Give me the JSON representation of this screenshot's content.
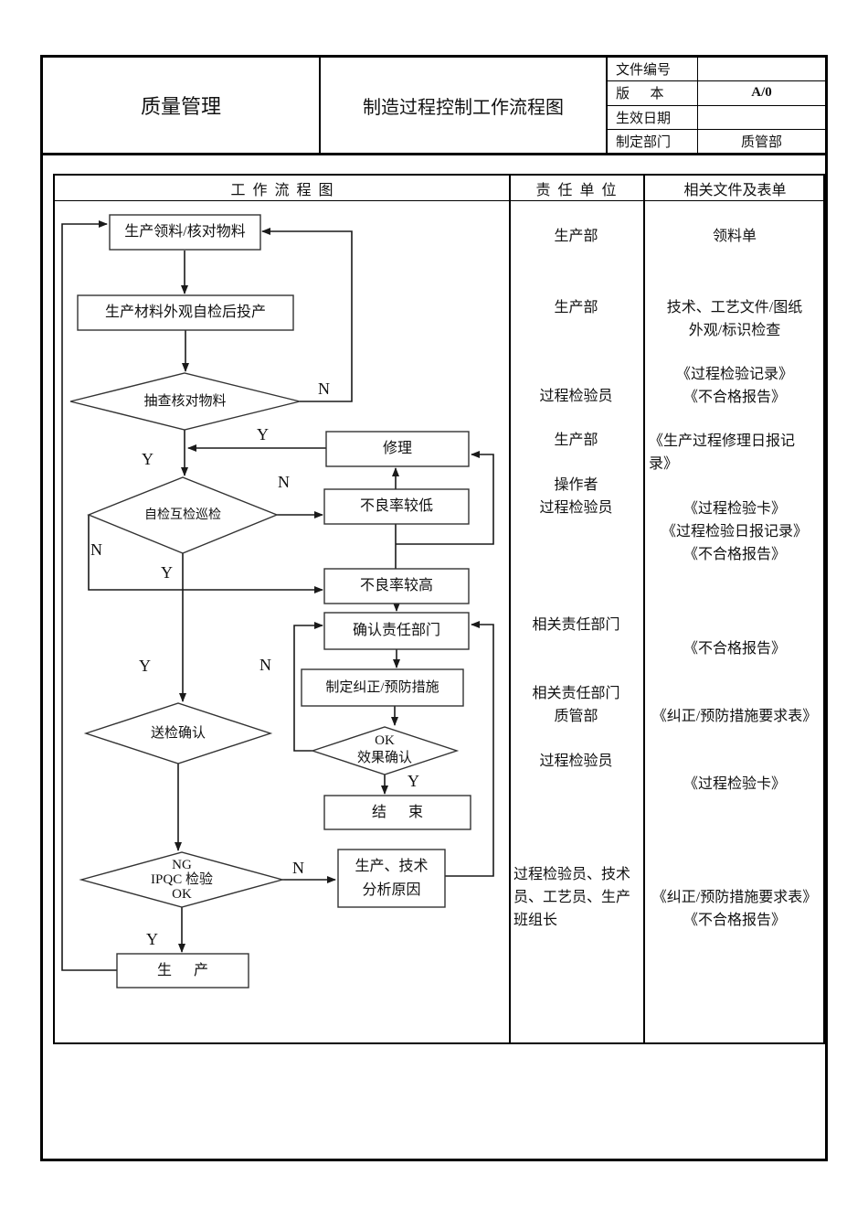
{
  "header": {
    "category": "质量管理",
    "title": "制造过程控制工作流程图",
    "info": [
      {
        "label": "文件编号",
        "value": ""
      },
      {
        "label": "版      本",
        "value": "A/0"
      },
      {
        "label": "生效日期",
        "value": ""
      },
      {
        "label": "制定部门",
        "value": "质管部"
      }
    ]
  },
  "table": {
    "columns": [
      "工  作  流  程  图",
      "责  任  单  位",
      "相关文件及表单"
    ]
  },
  "flowchart": {
    "boxes": {
      "receive": "生产领料/核对物料",
      "selfcheck": "生产材料外观自检后投产",
      "repair": "修理",
      "low": "不良率较低",
      "high": "不良率较高",
      "confirm": "确认责任部门",
      "corrective": "制定纠正/预防措施",
      "end": "结      束",
      "analyze": "生产、技术\n分析原因",
      "production": "生      产"
    },
    "diamonds": {
      "spotcheck": "抽查核对物料",
      "inspect": "自检互检巡检",
      "submit": "送检确认",
      "effect": "OK\n效果确认",
      "ipqc": "NG\nIPQC 检验\nOK"
    },
    "labels": {
      "n_spotcheck": "N",
      "y_repair_return": "Y",
      "y_spotcheck": "Y",
      "n_inspect_low": "N",
      "n_inspect_high": "N",
      "y_inspect": "Y",
      "y_submit_in": "Y",
      "n_effect_loop": "N",
      "y_effect": "Y",
      "n_ipqc": "N",
      "y_ipqc": "Y"
    }
  },
  "responsibility": [
    "生产部",
    "生产部",
    "过程检验员",
    "生产部",
    "操作者\n过程检验员",
    "相关责任部门",
    "相关责任部门\n质管部",
    "过程检验员",
    "过程检验员、技术\n员、工艺员、生产\n班组长"
  ],
  "documents": [
    "领料单",
    "技术、工艺文件/图纸\n外观/标识检查",
    "《过程检验记录》\n《不合格报告》",
    "《生产过程修理日报记\n录》",
    "《过程检验卡》\n《过程检验日报记录》\n《不合格报告》",
    "《不合格报告》",
    "《纠正/预防措施要求表》",
    "《过程检验卡》",
    "《纠正/预防措施要求表》\n《不合格报告》"
  ]
}
